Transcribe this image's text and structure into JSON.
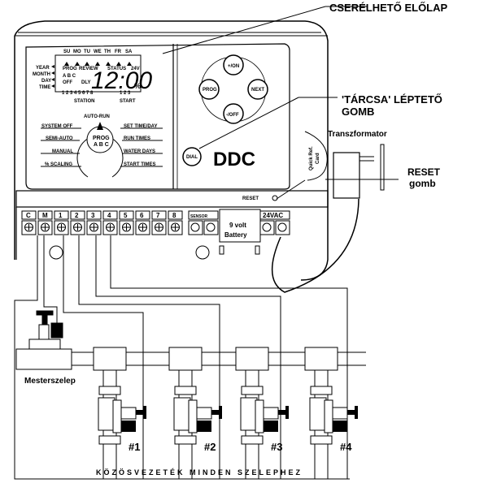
{
  "callouts": {
    "faceplate": "CSERÉLHETŐ ELŐLAP",
    "dial_line1": "'TÁRCSA' LÉPTETŐ",
    "dial_line2": "GOMB",
    "transformer": "Transzformator",
    "reset_line1": "RESET",
    "reset_line2": "gomb",
    "master_valve": "Mesterszelep",
    "common_wire": "KÖZÖSVEZETÉK MINDEN SZELEPHEZ"
  },
  "controller": {
    "brand": "DDC",
    "days": [
      "SU",
      "MO",
      "TU",
      "WE",
      "TH",
      "FR",
      "SA"
    ],
    "lcd_left_labels": [
      "YEAR",
      "MONTH",
      "DAY",
      "TIME"
    ],
    "lcd_headers": [
      "PROG",
      "REVIEW",
      "STATUS",
      "24V"
    ],
    "lcd_prog_letters": "A B C",
    "lcd_off": "OFF",
    "lcd_dly": "DLY",
    "lcd_time": "12:00",
    "lcd_percent": "%",
    "lcd_station_digits": "1 2 3 4 5 6 7 8",
    "lcd_start_digits": "1 2 3",
    "lcd_station_label": "STATION",
    "lcd_start_label": "START",
    "dial_modes_top": "AUTO-RUN",
    "dial_modes_left": [
      "SYSTEM OFF",
      "SEMI-AUTO",
      "MANUAL",
      "% SCALING"
    ],
    "dial_modes_right": [
      "SET TIME/DAY",
      "RUN TIMES",
      "WATER DAYS",
      "START TIMES"
    ],
    "dial_center_line1": "PROG",
    "dial_center_line2": "A B C",
    "buttons": {
      "on": "+/ON",
      "prog": "PROG",
      "next": "NEXT",
      "off": "-/OFF",
      "dial": "DIAL"
    },
    "quick_ref_line1": "Quick Ref.",
    "quick_ref_line2": "Card",
    "reset_label": "RESET",
    "terminals": [
      "C",
      "M",
      "1",
      "2",
      "3",
      "4",
      "5",
      "6",
      "7",
      "8"
    ],
    "sensor_label": "SENSOR",
    "battery_line1": "9 volt",
    "battery_line2": "Battery",
    "power_label": "24VAC"
  },
  "valves": [
    "#1",
    "#2",
    "#3",
    "#4"
  ]
}
